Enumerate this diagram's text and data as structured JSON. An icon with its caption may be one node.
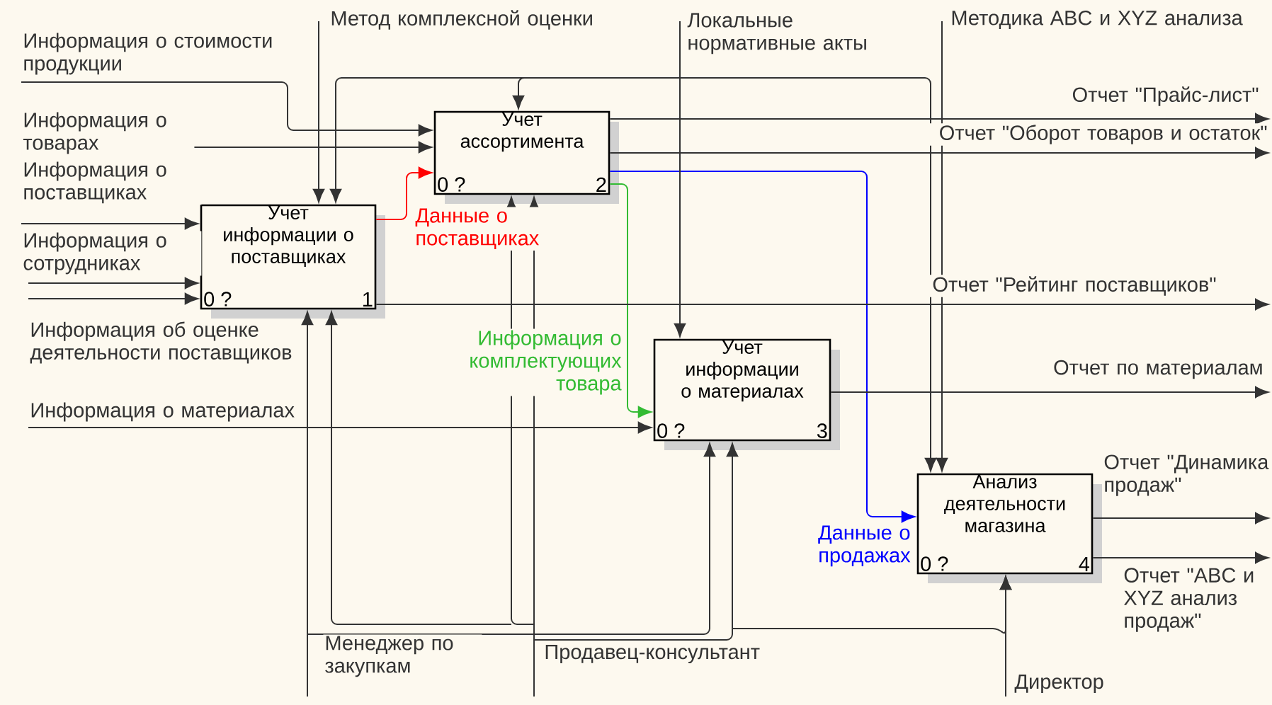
{
  "diagram": {
    "nodes": [
      {
        "text": [
          "Учет информации о поставщиках",
          "0 ?",
          "1"
        ]
      },
      {
        "text": [
          "Учет ассортимента",
          "0 ?",
          "2"
        ]
      },
      {
        "text": [
          "Учет информации о материалах",
          "0 ?",
          "3"
        ]
      },
      {
        "text": [
          "Анализ деятельности магазина",
          "0 ?",
          "4"
        ]
      }
    ],
    "edges": [
      {
        "from": null,
        "to": 1,
        "arrow": "to",
        "label": "Информация о стоимости продукции"
      },
      {
        "from": null,
        "to": 1,
        "arrow": "to",
        "label": "Информация о товарах"
      },
      {
        "from": null,
        "to": 0,
        "arrow": "to",
        "label": "Информация о поставщиках"
      },
      {
        "from": null,
        "to": 0,
        "arrow": "to",
        "label": "Информация о сотрудниках"
      },
      {
        "from": null,
        "to": 0,
        "arrow": "to",
        "label": "Информация об оценке деятельности поставщиков"
      },
      {
        "from": null,
        "to": 2,
        "arrow": "to",
        "label": "Информация о материалах"
      },
      {
        "from": 0,
        "to": 1,
        "arrow": "to",
        "label": "Данные о поставщиках",
        "color": "#ff0000"
      },
      {
        "from": 1,
        "to": 2,
        "arrow": "to",
        "label": "Информация о комплектующих товара",
        "color": "#33bb33"
      },
      {
        "from": 1,
        "to": 3,
        "arrow": "to",
        "label": "Данные о продажах",
        "color": "#0000ff"
      },
      {
        "from": 1,
        "to": null,
        "arrow": "to",
        "label": "Отчет \"Прайс-лист\""
      },
      {
        "from": 1,
        "to": null,
        "arrow": "to",
        "label": "Отчет \"Оборот товаров и остаток\""
      },
      {
        "from": 0,
        "to": null,
        "arrow": "to",
        "label": "Отчет \"Рейтинг поставщиков\""
      },
      {
        "from": 2,
        "to": null,
        "arrow": "to",
        "label": "Отчет по материалам"
      },
      {
        "from": 3,
        "to": null,
        "arrow": "to",
        "label": "Отчет \"Динамика продаж\""
      },
      {
        "from": 3,
        "to": null,
        "arrow": "to",
        "label": "Отчет \"ABC и XYZ анализ продаж\""
      },
      {
        "from": null,
        "to": 0,
        "arrow": "to",
        "label": "Метод комплексной оценки"
      },
      {
        "from": null,
        "to": 2,
        "arrow": "to",
        "label": "Локальные нормативные акты"
      },
      {
        "from": null,
        "to": 0,
        "arrow": "to"
      },
      {
        "from": null,
        "to": 1,
        "arrow": "to"
      },
      {
        "from": null,
        "to": 3,
        "arrow": "to"
      },
      {
        "from": null,
        "to": 3,
        "arrow": "to",
        "label": "Методика ABC и XYZ анализа"
      },
      {
        "from": null,
        "to": 0,
        "arrow": "to",
        "label": "Менеджер по закупкам"
      },
      {
        "from": null,
        "to": 2,
        "arrow": "to"
      },
      {
        "from": null,
        "to": 1,
        "arrow": "to",
        "label": "Продавец-консультант"
      },
      {
        "from": null,
        "to": 0,
        "arrow": "to"
      },
      {
        "from": null,
        "to": 1,
        "arrow": "to"
      },
      {
        "from": null,
        "to": 2,
        "arrow": "to"
      },
      {
        "from": null,
        "to": 3,
        "arrow": "to",
        "label": "Директор"
      },
      {
        "from": null,
        "to": 3,
        "arrow": "to"
      }
    ]
  }
}
